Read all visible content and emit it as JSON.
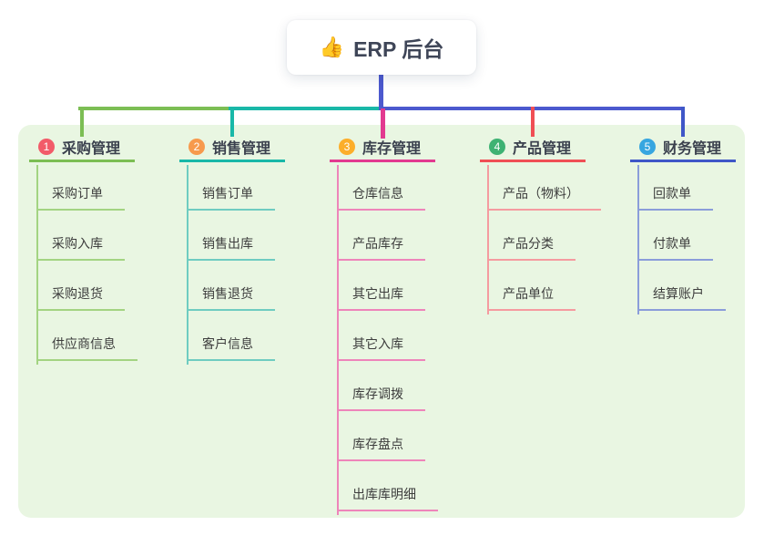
{
  "root": {
    "icon": "👍",
    "label": "ERP 后台"
  },
  "canvas": {
    "panel_bg": "#e9f6e2",
    "trunk_color": "#4c59ce"
  },
  "branches": [
    {
      "num": "1",
      "title": "采购管理",
      "badge_color": "#f25b69",
      "line_color": "#7cbe54",
      "light_color": "#a3d482",
      "items": [
        "采购订单",
        "采购入库",
        "采购退货",
        "供应商信息"
      ]
    },
    {
      "num": "2",
      "title": "销售管理",
      "badge_color": "#f79a4d",
      "line_color": "#19b8a8",
      "light_color": "#6fccc1",
      "items": [
        "销售订单",
        "销售出库",
        "销售退货",
        "客户信息"
      ]
    },
    {
      "num": "3",
      "title": "库存管理",
      "badge_color": "#fcae2a",
      "line_color": "#e23a90",
      "light_color": "#ee85ba",
      "items": [
        "仓库信息",
        "产品库存",
        "其它出库",
        "其它入库",
        "库存调拨",
        "库存盘点",
        "出库库明细"
      ]
    },
    {
      "num": "4",
      "title": "产品管理",
      "badge_color": "#3eb273",
      "line_color": "#f04f55",
      "light_color": "#f59ba0",
      "items": [
        "产品（物料）",
        "产品分类",
        "产品单位"
      ]
    },
    {
      "num": "5",
      "title": "财务管理",
      "badge_color": "#37a6e0",
      "line_color": "#3f57c8",
      "light_color": "#8b9dda",
      "items": [
        "回款单",
        "付款单",
        "结算账户"
      ]
    }
  ]
}
